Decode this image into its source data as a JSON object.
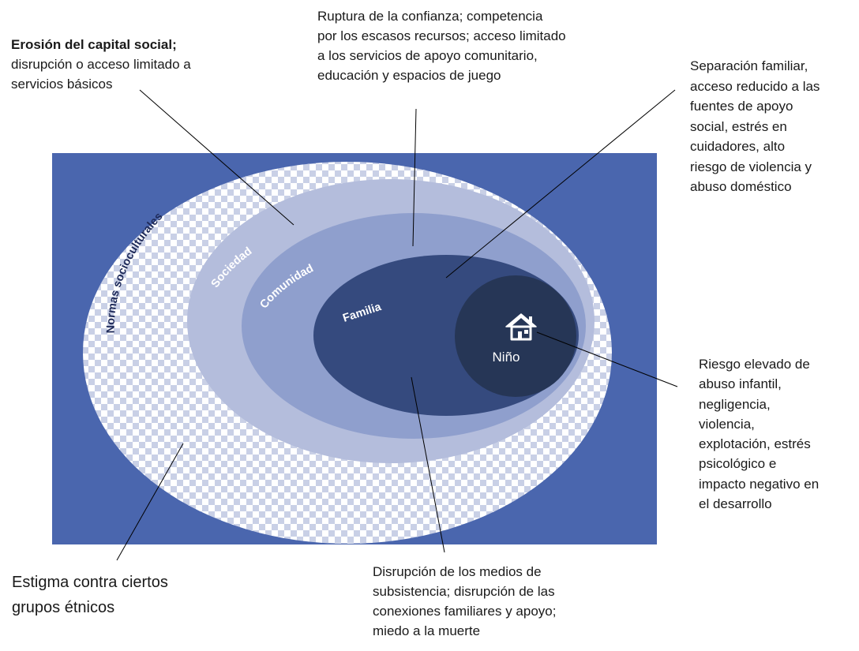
{
  "annotations": {
    "capital_social": {
      "heading": "Erosión del capital social;",
      "lines": [
        "disrupción o acceso limitado a",
        "servicios básicos"
      ]
    },
    "confianza": {
      "lines": [
        "Ruptura de la confianza; competencia",
        "por los escasos recursos; acceso limitado",
        "a los servicios de apoyo comunitario,",
        "educación y espacios de juego"
      ]
    },
    "separacion": {
      "lines": [
        "Separación familiar,",
        "acceso reducido a las",
        "fuentes de apoyo",
        "social, estrés en",
        "cuidadores, alto",
        "riesgo de violencia y",
        "abuso doméstico"
      ]
    },
    "riesgo": {
      "lines": [
        "Riesgo elevado de",
        "abuso infantil,",
        "negligencia,",
        "violencia,",
        "explotación, estrés",
        "psicológico e",
        "impacto negativo en",
        "el desarrollo"
      ]
    },
    "estigma": {
      "lines": [
        "Estigma contra ciertos",
        "grupos étnicos"
      ]
    },
    "subsistencia": {
      "lines": [
        "Disrupción de los medios de",
        "subsistencia; disrupción de las",
        "conexiones familiares y apoyo;",
        "miedo a la muerte"
      ]
    }
  },
  "layers": {
    "normas": "Normas socioculturales",
    "sociedad": "Sociedad",
    "comunidad": "Comunidad",
    "familia": "Familia",
    "nino": "Niño"
  },
  "icons": {
    "house": "house-icon"
  },
  "colors": {
    "background_rect": "#4a66ae",
    "normas_fill": "#ffffff",
    "normas_check": "#c9d0e6",
    "sociedad": "#b4bddc",
    "comunidad": "#8f9fcd",
    "familia": "#354a7e",
    "nino": "#263656",
    "dark_text": "#1f2b5a",
    "leader_line": "#000000"
  }
}
